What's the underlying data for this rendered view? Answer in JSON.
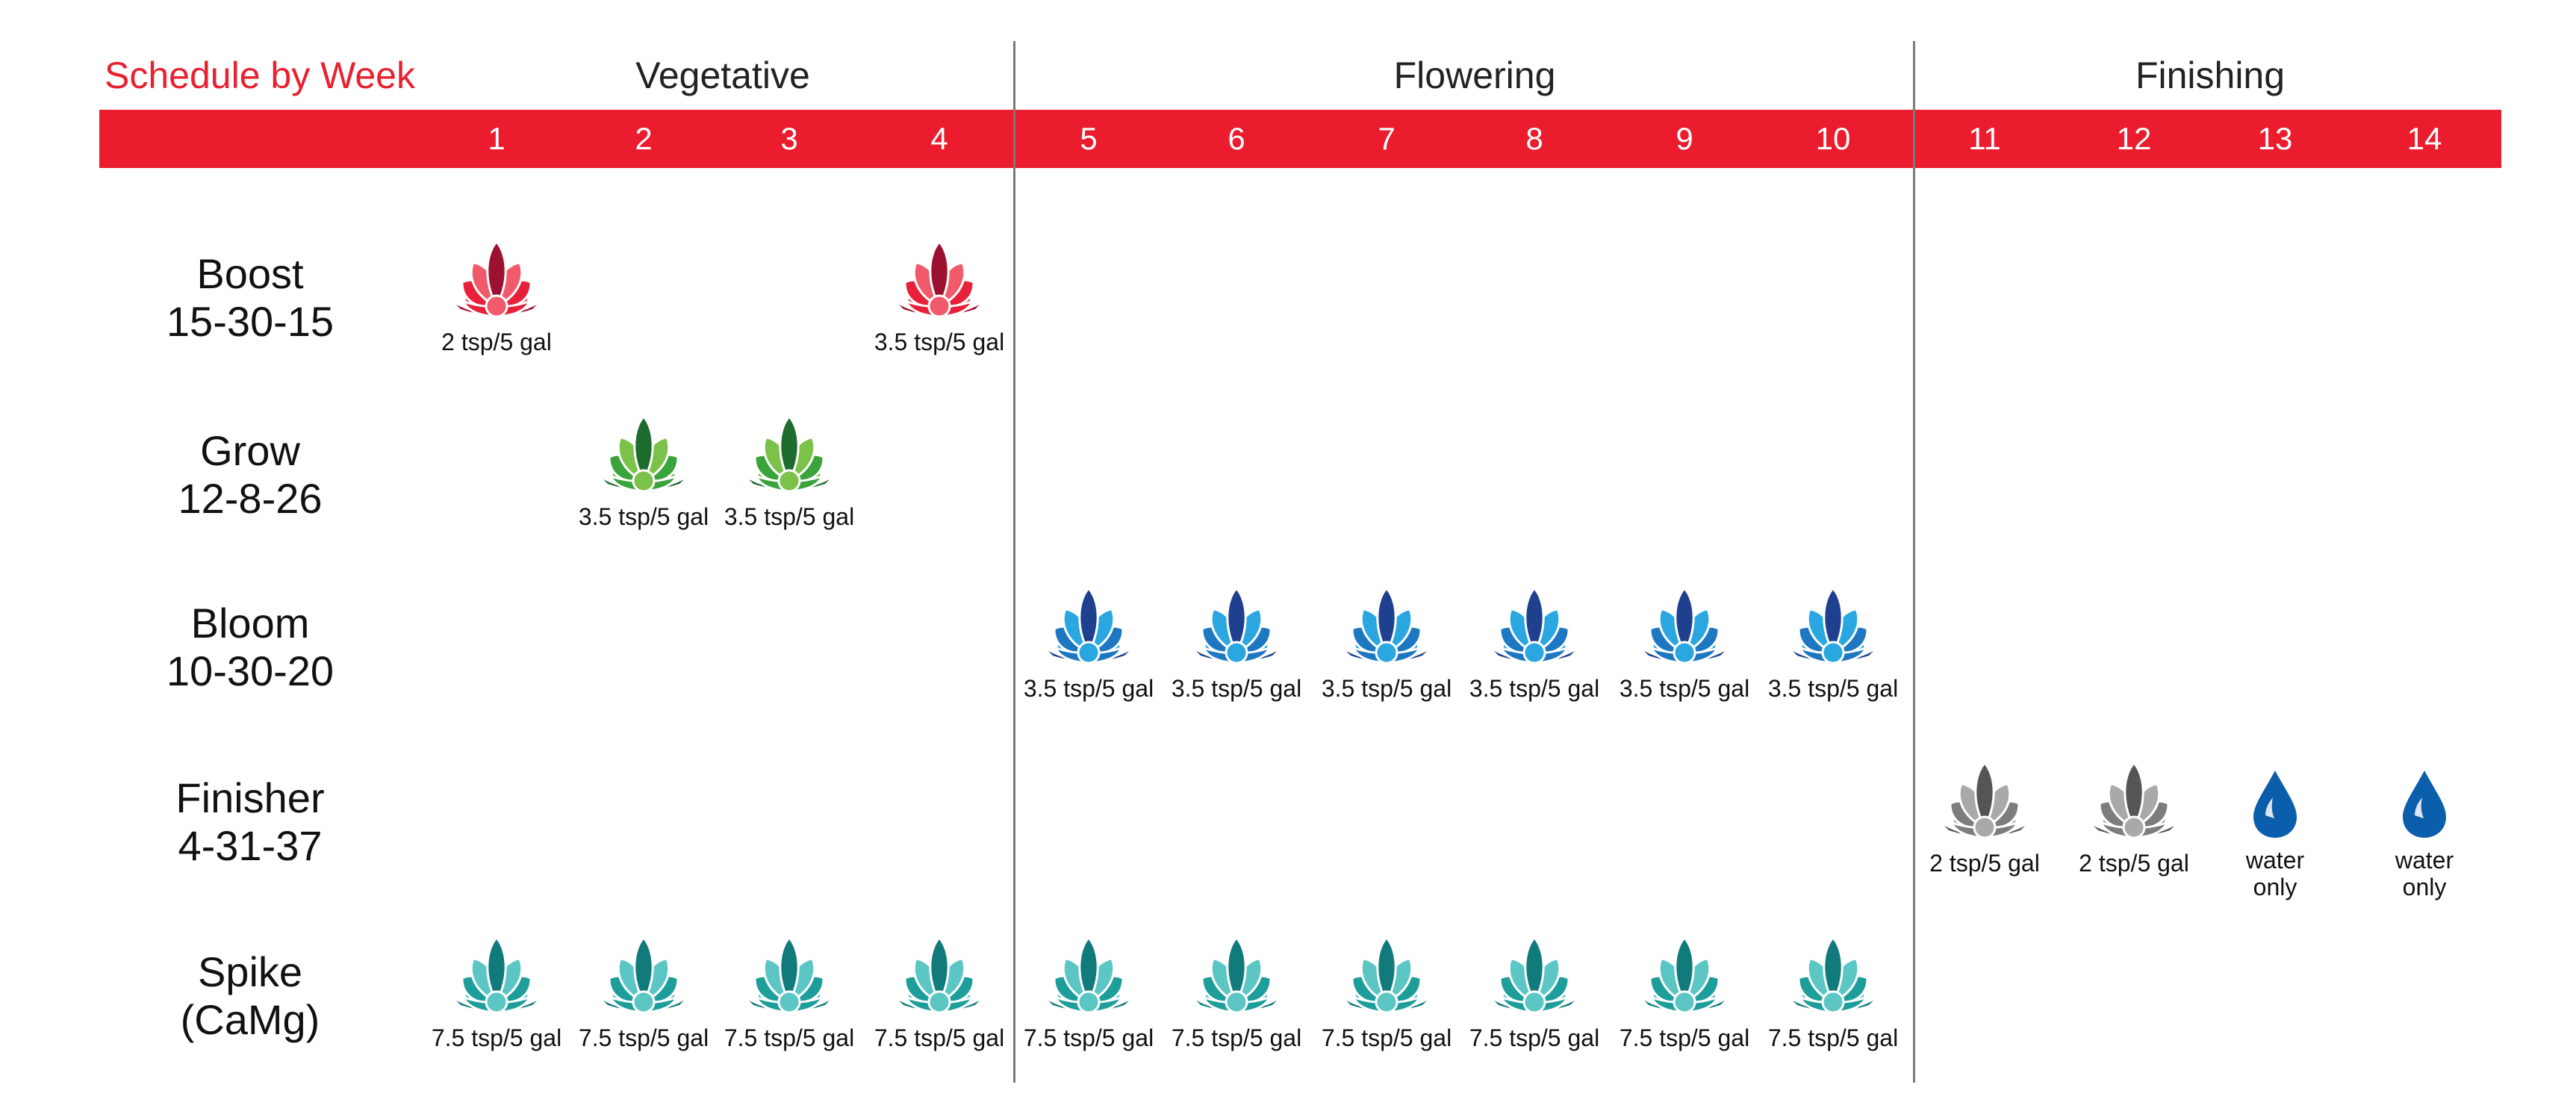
{
  "title": "Schedule by Week",
  "phases": [
    {
      "label": "Vegetative"
    },
    {
      "label": "Flowering"
    },
    {
      "label": "Finishing"
    }
  ],
  "weeks": [
    "1",
    "2",
    "3",
    "4",
    "5",
    "6",
    "7",
    "8",
    "9",
    "10",
    "11",
    "12",
    "13",
    "14"
  ],
  "colors": {
    "header_red": "#ea1c2d",
    "boost": [
      "#9c1030",
      "#e8203a",
      "#f05a6a"
    ],
    "grow": [
      "#1e6b2e",
      "#3aa33c",
      "#7cc24a"
    ],
    "bloom": [
      "#1f3f8f",
      "#1d78c1",
      "#2aa6e0"
    ],
    "finisher": [
      "#555555",
      "#7d7d7d",
      "#a9a9a9"
    ],
    "spike": [
      "#117a7a",
      "#1e9e9a",
      "#5cc6c4"
    ],
    "water": "#0b5eab"
  },
  "rows": [
    {
      "key": "boost",
      "name": "Boost",
      "ratio": "15-30-15",
      "entries": [
        {
          "week": "1",
          "icon": "boost-lotus-icon",
          "dose": "2 tsp/5 gal"
        },
        {
          "week": "4",
          "icon": "boost-lotus-icon",
          "dose": "3.5 tsp/5 gal"
        }
      ]
    },
    {
      "key": "grow",
      "name": "Grow",
      "ratio": "12-8-26",
      "entries": [
        {
          "week": "2",
          "icon": "grow-lotus-icon",
          "dose": "3.5 tsp/5 gal"
        },
        {
          "week": "3",
          "icon": "grow-lotus-icon",
          "dose": "3.5 tsp/5 gal"
        }
      ]
    },
    {
      "key": "bloom",
      "name": "Bloom",
      "ratio": "10-30-20",
      "entries": [
        {
          "week": "5",
          "icon": "bloom-lotus-icon",
          "dose": "3.5 tsp/5 gal"
        },
        {
          "week": "6",
          "icon": "bloom-lotus-icon",
          "dose": "3.5 tsp/5 gal"
        },
        {
          "week": "7",
          "icon": "bloom-lotus-icon",
          "dose": "3.5 tsp/5 gal"
        },
        {
          "week": "8",
          "icon": "bloom-lotus-icon",
          "dose": "3.5 tsp/5 gal"
        },
        {
          "week": "9",
          "icon": "bloom-lotus-icon",
          "dose": "3.5 tsp/5 gal"
        },
        {
          "week": "10",
          "icon": "bloom-lotus-icon",
          "dose": "3.5 tsp/5 gal"
        }
      ]
    },
    {
      "key": "finisher",
      "name": "Finisher",
      "ratio": "4-31-37",
      "entries": [
        {
          "week": "11",
          "icon": "finisher-lotus-icon",
          "dose": "2 tsp/5 gal"
        },
        {
          "week": "12",
          "icon": "finisher-lotus-icon",
          "dose": "2 tsp/5 gal"
        },
        {
          "week": "13",
          "icon": "water-drop-icon",
          "dose": "water",
          "dose2": "only"
        },
        {
          "week": "14",
          "icon": "water-drop-icon",
          "dose": "water",
          "dose2": "only"
        }
      ]
    },
    {
      "key": "spike",
      "name": "Spike",
      "ratio": "(CaMg)",
      "entries": [
        {
          "week": "1",
          "icon": "spike-lotus-icon",
          "dose": "7.5 tsp/5 gal"
        },
        {
          "week": "2",
          "icon": "spike-lotus-icon",
          "dose": "7.5 tsp/5 gal"
        },
        {
          "week": "3",
          "icon": "spike-lotus-icon",
          "dose": "7.5 tsp/5 gal"
        },
        {
          "week": "4",
          "icon": "spike-lotus-icon",
          "dose": "7.5 tsp/5 gal"
        },
        {
          "week": "5",
          "icon": "spike-lotus-icon",
          "dose": "7.5 tsp/5 gal"
        },
        {
          "week": "6",
          "icon": "spike-lotus-icon",
          "dose": "7.5 tsp/5 gal"
        },
        {
          "week": "7",
          "icon": "spike-lotus-icon",
          "dose": "7.5 tsp/5 gal"
        },
        {
          "week": "8",
          "icon": "spike-lotus-icon",
          "dose": "7.5 tsp/5 gal"
        },
        {
          "week": "9",
          "icon": "spike-lotus-icon",
          "dose": "7.5 tsp/5 gal"
        },
        {
          "week": "10",
          "icon": "spike-lotus-icon",
          "dose": "7.5 tsp/5 gal"
        }
      ]
    }
  ]
}
